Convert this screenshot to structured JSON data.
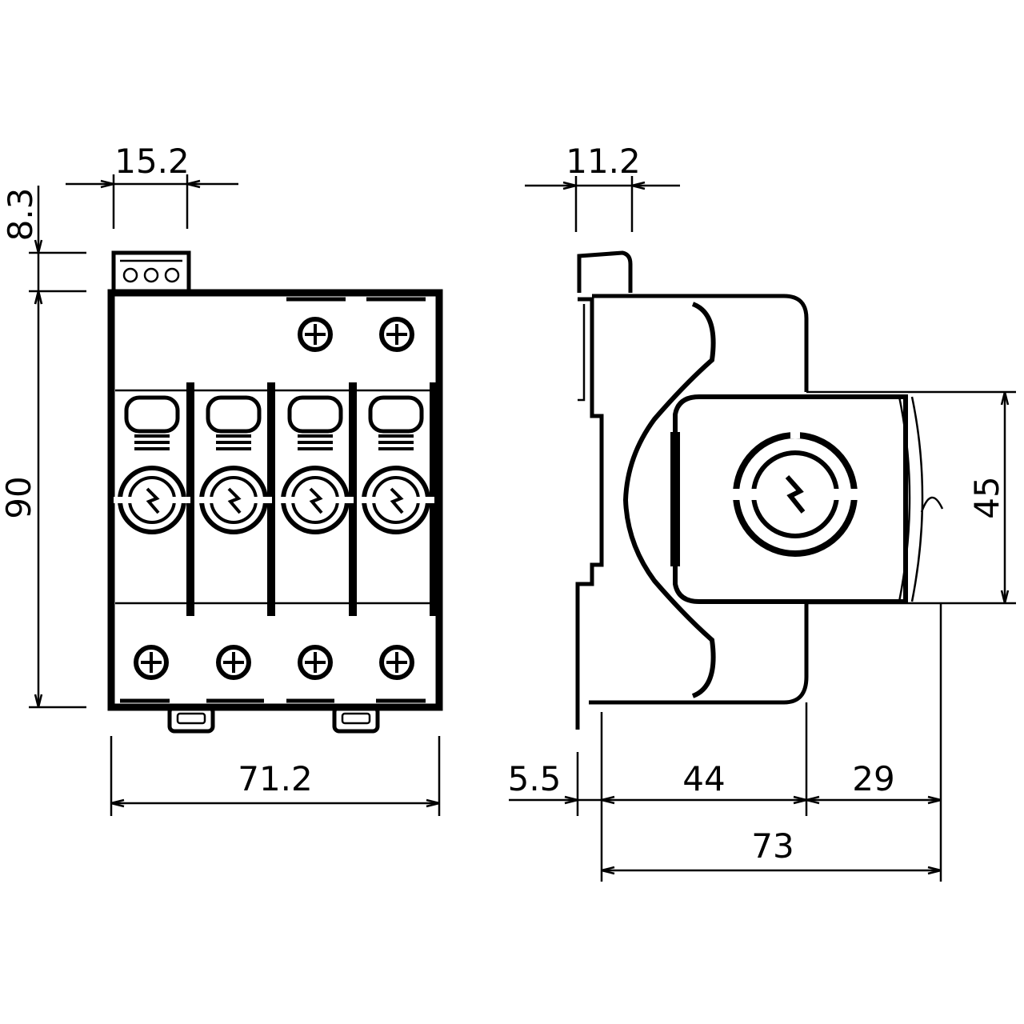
{
  "colors": {
    "line": "#000000",
    "background": "#ffffff"
  },
  "icons": [
    "screw-icon",
    "lightning-protection-icon"
  ],
  "dimensions": {
    "front": {
      "connector_width": "15.2",
      "connector_height": "8.3",
      "height": "90",
      "width": "71.2"
    },
    "side": {
      "connector_width": "11.2",
      "module_height": "45",
      "rail_offset": "5.5",
      "depth_base": "44",
      "depth_front": "29",
      "depth_total": "73"
    }
  }
}
